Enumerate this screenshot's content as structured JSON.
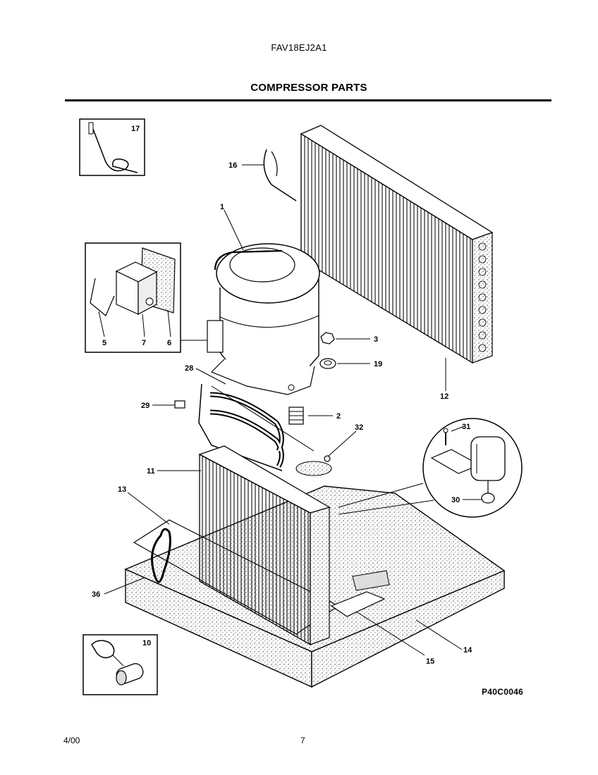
{
  "header": {
    "model": "FAV18EJ2A1",
    "title": "COMPRESSOR PARTS"
  },
  "callouts": {
    "c1": "1",
    "c2": "2",
    "c3": "3",
    "c5": "5",
    "c6": "6",
    "c7": "7",
    "c10": "10",
    "c11": "11",
    "c12": "12",
    "c13": "13",
    "c14": "14",
    "c15": "15",
    "c16": "16",
    "c17": "17",
    "c19": "19",
    "c28": "28",
    "c29": "29",
    "c30": "30",
    "c31": "31",
    "c32": "32",
    "c36": "36"
  },
  "figure_code": "P40C0046",
  "footer": {
    "date": "4/00",
    "page": "7"
  }
}
